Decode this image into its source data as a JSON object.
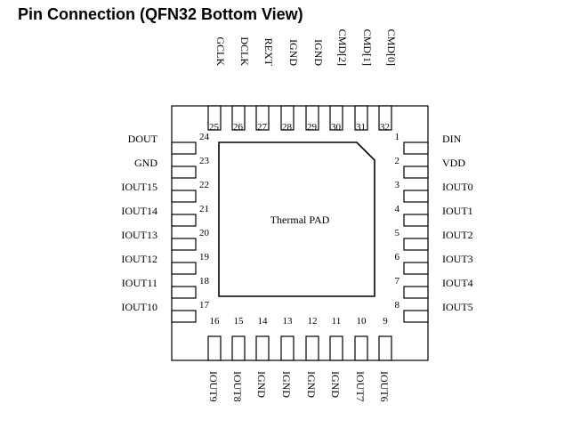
{
  "title": "Pin Connection (QFN32 Bottom View)",
  "pad_label": "Thermal PAD",
  "pins": {
    "left": [
      {
        "n": "24",
        "name": "DOUT"
      },
      {
        "n": "23",
        "name": "GND"
      },
      {
        "n": "22",
        "name": "IOUT15"
      },
      {
        "n": "21",
        "name": "IOUT14"
      },
      {
        "n": "20",
        "name": "IOUT13"
      },
      {
        "n": "19",
        "name": "IOUT12"
      },
      {
        "n": "18",
        "name": "IOUT11"
      },
      {
        "n": "17",
        "name": "IOUT10"
      }
    ],
    "right": [
      {
        "n": "1",
        "name": "DIN"
      },
      {
        "n": "2",
        "name": "VDD"
      },
      {
        "n": "3",
        "name": "IOUT0"
      },
      {
        "n": "4",
        "name": "IOUT1"
      },
      {
        "n": "5",
        "name": "IOUT2"
      },
      {
        "n": "6",
        "name": "IOUT3"
      },
      {
        "n": "7",
        "name": "IOUT4"
      },
      {
        "n": "8",
        "name": "IOUT5"
      }
    ],
    "top": [
      {
        "n": "25",
        "name": "GCLK"
      },
      {
        "n": "26",
        "name": "DCLK"
      },
      {
        "n": "27",
        "name": "REXT"
      },
      {
        "n": "28",
        "name": "IGND"
      },
      {
        "n": "29",
        "name": "IGND"
      },
      {
        "n": "30",
        "name": "CMD[2]"
      },
      {
        "n": "31",
        "name": "CMD[1]"
      },
      {
        "n": "32",
        "name": "CMD[0]"
      }
    ],
    "bottom": [
      {
        "n": "16",
        "name": "IOUT9"
      },
      {
        "n": "15",
        "name": "IOUT8"
      },
      {
        "n": "14",
        "name": "IGND"
      },
      {
        "n": "13",
        "name": "IGND"
      },
      {
        "n": "12",
        "name": "IGND"
      },
      {
        "n": "11",
        "name": "IGND"
      },
      {
        "n": "10",
        "name": "IOUT7"
      },
      {
        "n": "9",
        "name": "IOUT6"
      }
    ]
  }
}
